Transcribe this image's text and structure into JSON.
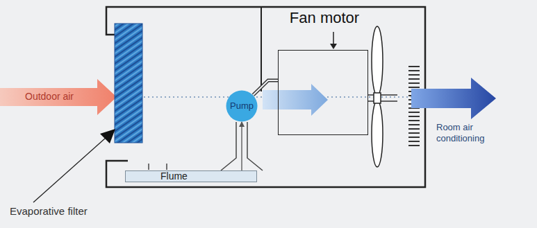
{
  "diagram": {
    "nodes": [
      {
        "text": [
          "Fan motor"
        ]
      },
      {
        "text": [
          "Pump"
        ]
      },
      {
        "text": [
          "Flume"
        ]
      }
    ],
    "edges": [
      {
        "from": 2,
        "to": 1,
        "arrow": "to"
      },
      {
        "from": 1,
        "to": 0,
        "arrow": "none"
      }
    ],
    "labels": [
      "Outdoor air",
      "Room air conditioning",
      "Evaporative filter"
    ]
  }
}
